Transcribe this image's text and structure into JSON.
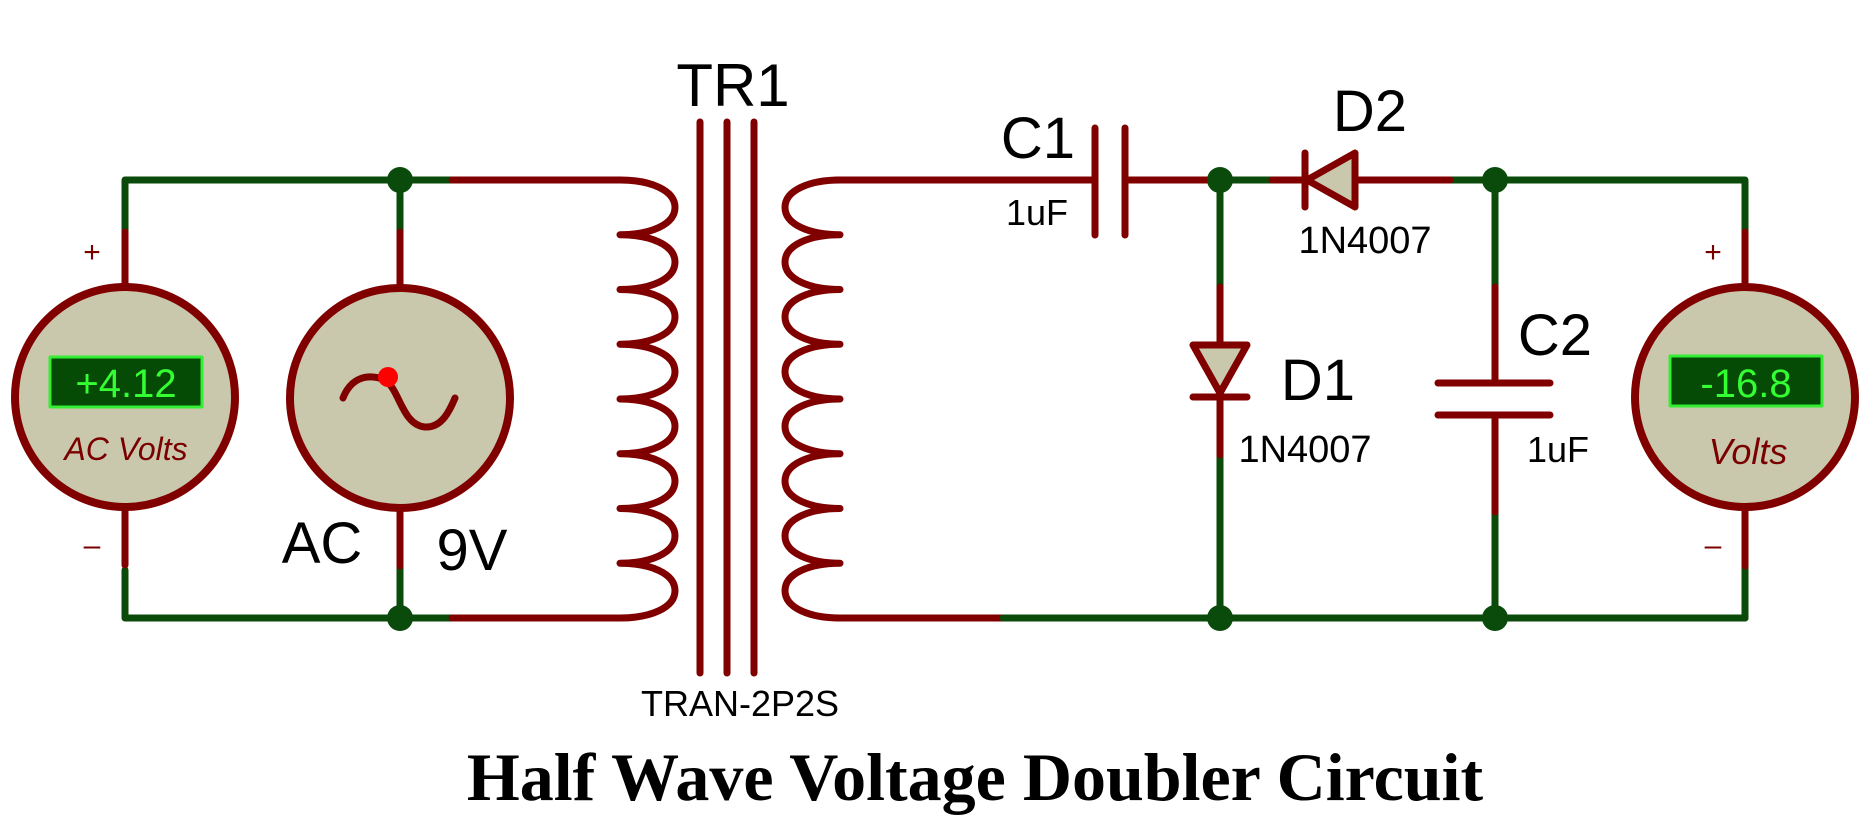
{
  "title": "Half Wave Voltage Doubler Circuit",
  "colors": {
    "wire_green": "#0a4a0a",
    "component_red": "#800000",
    "body_fill": "#c9c8ad",
    "lcd_bg": "#054a05",
    "lcd_text": "#33ff33",
    "probe_dot": "#ff0000"
  },
  "components": {
    "ac_voltmeter": {
      "reading": "+4.12",
      "label": "AC Volts",
      "plus": "+",
      "minus": "–"
    },
    "source": {
      "name": "AC",
      "value": "9V",
      "icon": "sine-wave-icon"
    },
    "transformer": {
      "ref": "TR1",
      "model": "TRAN-2P2S"
    },
    "c1": {
      "ref": "C1",
      "value": "1uF"
    },
    "d2": {
      "ref": "D2",
      "model": "1N4007"
    },
    "d1": {
      "ref": "D1",
      "model": "1N4007"
    },
    "c2": {
      "ref": "C2",
      "value": "1uF"
    },
    "dc_voltmeter": {
      "reading": "-16.8",
      "label": "Volts",
      "plus": "+",
      "minus": "–"
    }
  }
}
